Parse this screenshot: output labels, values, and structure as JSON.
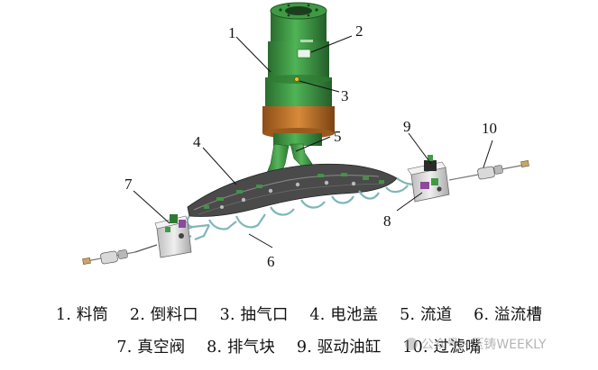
{
  "callouts": [
    "1",
    "2",
    "3",
    "4",
    "5",
    "6",
    "7",
    "8",
    "9",
    "10"
  ],
  "caption": {
    "row1": [
      "1. 料筒",
      "2. 倒料口",
      "3. 抽气口",
      "4. 电池盖",
      "5. 流道",
      "6. 溢流槽"
    ],
    "row2": [
      "7. 真空阀",
      "8. 排气块",
      "9. 驱动油缸",
      "10. 过滤嘴"
    ]
  },
  "watermark": {
    "text": "公众号 · 压铸WEEKLY"
  },
  "colors": {
    "cylinder_green": "#3f9a44",
    "cylinder_dark": "#2a6d2f",
    "sleeve_orange": "#c7772a",
    "valve_body": "#d9d9d9",
    "die_dark": "#3a3a3a",
    "overflow_teal": "#7fb7b9",
    "vent_purple": "#8b4a9c"
  }
}
